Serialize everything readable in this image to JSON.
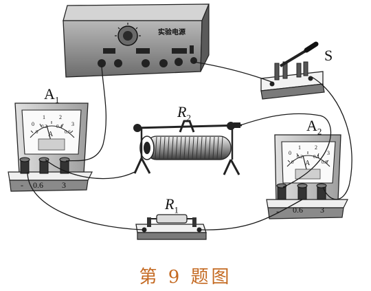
{
  "power_supply": {
    "label": "实验电源"
  },
  "switch": {
    "label": "S"
  },
  "ammeter_1": {
    "label": "A",
    "subscript": "1",
    "dial_letter": "A",
    "scale_top": [
      "0",
      "1",
      "2",
      "3"
    ],
    "scale_bottom": [
      "0",
      "0.2",
      "0.4",
      "0.6"
    ],
    "terminals": [
      "-",
      "0.6",
      "3"
    ]
  },
  "ammeter_2": {
    "label": "A",
    "subscript": "2",
    "dial_letter": "A",
    "scale_top": [
      "0",
      "1",
      "2",
      "3"
    ],
    "scale_bottom": [
      "0",
      "0.2",
      "0.4",
      "0.6"
    ],
    "terminals": [
      "-",
      "0.6",
      "3"
    ]
  },
  "rheostat": {
    "label": "R",
    "subscript": "2"
  },
  "resistor": {
    "label": "R",
    "subscript": "1"
  },
  "caption": "第 9 题图"
}
